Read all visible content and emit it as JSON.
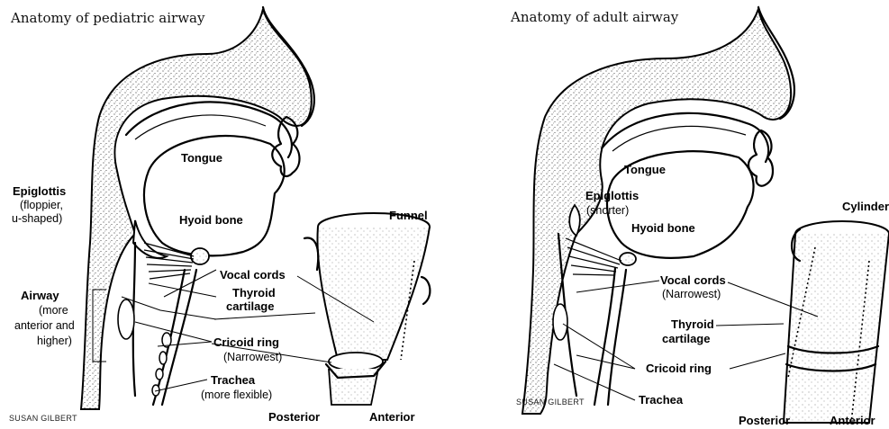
{
  "pediatric": {
    "title": "Anatomy of  pediatric airway",
    "tongue": "Tongue",
    "epiglottis": "Epiglottis",
    "epiglottis_note1": "(floppier,",
    "epiglottis_note2": "u-shaped)",
    "hyoid": "Hyoid bone",
    "airway": "Airway",
    "airway_note1": "(more",
    "airway_note2": "anterior and",
    "airway_note3": "higher)",
    "vocal_cords": "Vocal cords",
    "thyroid1": "Thyroid",
    "thyroid2": "cartilage",
    "cricoid": "Cricoid ring",
    "cricoid_note": "(Narrowest)",
    "trachea": "Trachea",
    "trachea_note": "(more flexible)",
    "shape": "Funnel",
    "posterior": "Posterior",
    "anterior": "Anterior",
    "credit": "SUSAN GILBERT"
  },
  "adult": {
    "title": "Anatomy of  adult airway",
    "tongue": "Tongue",
    "epiglottis": "Epiglottis",
    "epiglottis_note": "(shorter)",
    "hyoid": "Hyoid bone",
    "vocal_cords": "Vocal cords",
    "vocal_note": "(Narrowest)",
    "thyroid1": "Thyroid",
    "thyroid2": "cartilage",
    "cricoid": "Cricoid ring",
    "trachea": "Trachea",
    "shape": "Cylinder",
    "posterior": "Posterior",
    "anterior": "Anterior",
    "credit": "SUSAN GILBERT"
  }
}
